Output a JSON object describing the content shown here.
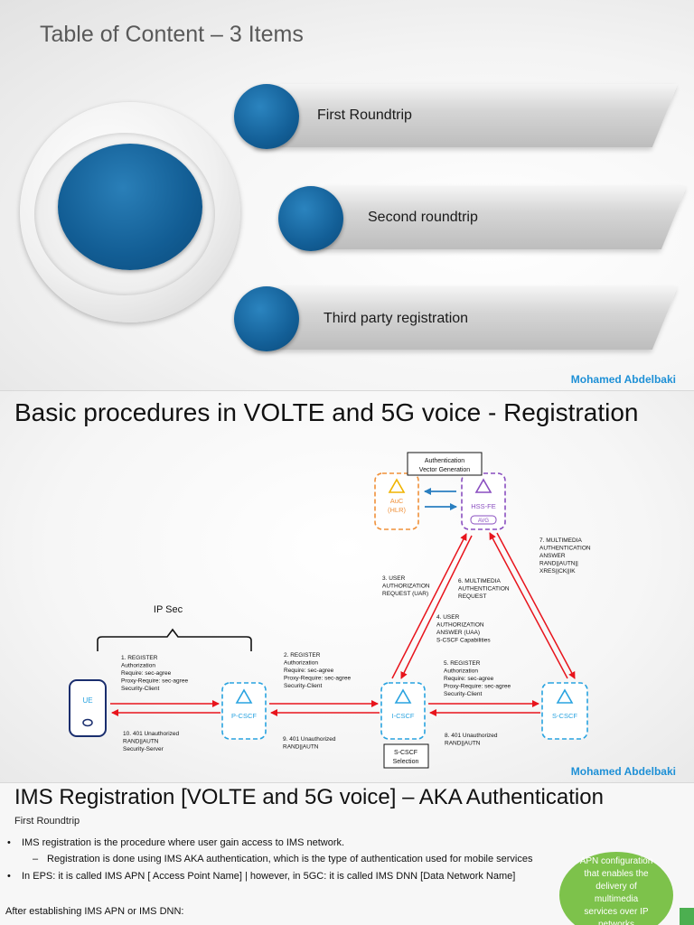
{
  "slide1": {
    "title": "Table of Content – 3 Items",
    "items": [
      "First Roundtrip",
      "Second roundtrip",
      "Third party registration"
    ],
    "author": "Mohamed Abdelbaki"
  },
  "slide2": {
    "title": "Basic procedures in VOLTE and 5G voice - Registration",
    "author": "Mohamed Abdelbaki",
    "ipsec": "IP Sec",
    "auth_box": [
      "Authentication",
      "Vector Generation"
    ],
    "nodes": {
      "ue": "UE",
      "pcscf": "P-CSCF",
      "icscf": "I-CSCF",
      "scscf": "S-CSCF",
      "auc": [
        "AuC",
        "(HLR)"
      ],
      "hss": "HSS-FE",
      "avg": "AVG"
    },
    "scscf_selection": [
      "S-CSCF",
      "Selection"
    ],
    "messages": {
      "m1": [
        "1. REGISTER",
        "Authorization",
        "Require: sec-agree",
        "Proxy-Require: sec-agree",
        "Security-Client"
      ],
      "m2": [
        "2. REGISTER",
        "Authorization",
        "Require: sec-agree",
        "Proxy-Require: sec-agree",
        "Security-Client"
      ],
      "m3": [
        "3. USER",
        "AUTHORIZATION",
        "REQUEST (UAR)"
      ],
      "m4": [
        "4. USER",
        "AUTHORIZATION",
        "ANSWER (UAA)",
        "S-CSCF Capabilities"
      ],
      "m5": [
        "5. REGISTER",
        "Authorization",
        "Require: sec-agree",
        "Proxy-Require: sec-agree",
        "Security-Client"
      ],
      "m6": [
        "6. MULTIMEDIA",
        "AUTHENTICATION",
        "REQUEST"
      ],
      "m7": [
        "7. MULTIMEDIA",
        "AUTHENTICATION",
        "ANSWER",
        "RAND||AUTN||",
        "XRES||CK||IK"
      ],
      "m8": [
        "8. 401 Unauthorized",
        "RAND||AUTN"
      ],
      "m9": [
        "9. 401 Unauthorized",
        "RAND||AUTN"
      ],
      "m10": [
        "10. 401 Unauthorized",
        "RAND||AUTN",
        "Security-Server"
      ]
    },
    "colors": {
      "arrow": "#e8141c",
      "node": "#29a3e0",
      "auc": "#f0913a",
      "hss": "#8a4fc0",
      "blue_arrow": "#2a7fc0"
    }
  },
  "slide3": {
    "title": "IMS Registration [VOLTE and 5G voice] – AKA Authentication",
    "subtitle": "First Roundtrip",
    "bullets": [
      "IMS registration is the procedure where user gain access to IMS network.",
      "Registration is done using IMS AKA authentication, which is the type of authentication used for mobile services",
      "In EPS: it is called IMS APN [ Access Point Name] | however, in 5GC: it is called IMS DNN [Data Network Name]",
      "After establishing IMS APN or IMS DNN:"
    ],
    "bubble_lines": [
      "APN configuration",
      "that enables the",
      "delivery of",
      "multimedia",
      "services over IP",
      "networks"
    ]
  }
}
